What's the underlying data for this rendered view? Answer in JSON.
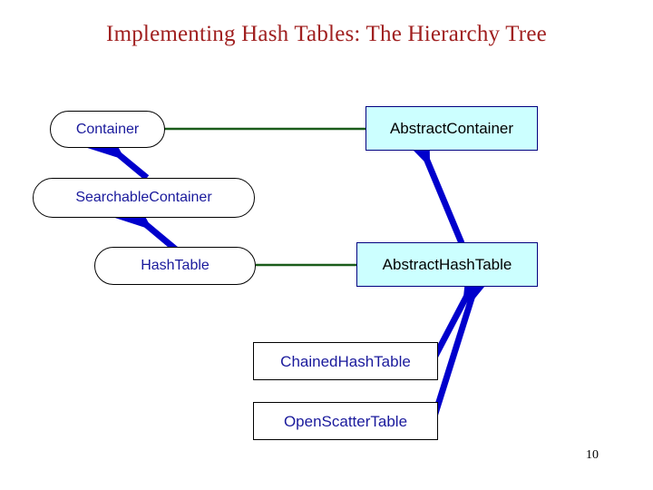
{
  "slide": {
    "title": "Implementing Hash Tables: The Hierarchy Tree",
    "page_number": "10",
    "title_color": "#a02020",
    "background_color": "#ffffff"
  },
  "palette": {
    "interface_fill": "#ffffff",
    "interface_border": "#000000",
    "interface_text": "#1a1a9c",
    "abstract_fill": "#ccffff",
    "abstract_border": "#000080",
    "abstract_text": "#000000",
    "concrete_fill": "#ffffff",
    "concrete_border": "#000000",
    "concrete_text": "#1a1a9c",
    "implements_line": "#1a5c1a",
    "extends_arrow": "#0000cc"
  },
  "diagram": {
    "nodes": [
      {
        "id": "container",
        "label": "Container",
        "kind": "interface"
      },
      {
        "id": "abstract-container",
        "label": "AbstractContainer",
        "kind": "abstract"
      },
      {
        "id": "searchable-container",
        "label": "SearchableContainer",
        "kind": "interface"
      },
      {
        "id": "hash-table",
        "label": "HashTable",
        "kind": "interface"
      },
      {
        "id": "abstract-hash-table",
        "label": "AbstractHashTable",
        "kind": "abstract"
      },
      {
        "id": "chained-hash-table",
        "label": "ChainedHashTable",
        "kind": "concrete"
      },
      {
        "id": "open-scatter-table",
        "label": "OpenScatterTable",
        "kind": "concrete"
      }
    ],
    "edges": [
      {
        "from": "abstract-container",
        "to": "container",
        "kind": "implements"
      },
      {
        "from": "abstract-hash-table",
        "to": "hash-table",
        "kind": "implements"
      },
      {
        "from": "searchable-container",
        "to": "container",
        "kind": "extends"
      },
      {
        "from": "hash-table",
        "to": "searchable-container",
        "kind": "extends"
      },
      {
        "from": "abstract-hash-table",
        "to": "abstract-container",
        "kind": "extends"
      },
      {
        "from": "chained-hash-table",
        "to": "abstract-hash-table",
        "kind": "extends"
      },
      {
        "from": "open-scatter-table",
        "to": "abstract-hash-table",
        "kind": "extends"
      }
    ]
  }
}
